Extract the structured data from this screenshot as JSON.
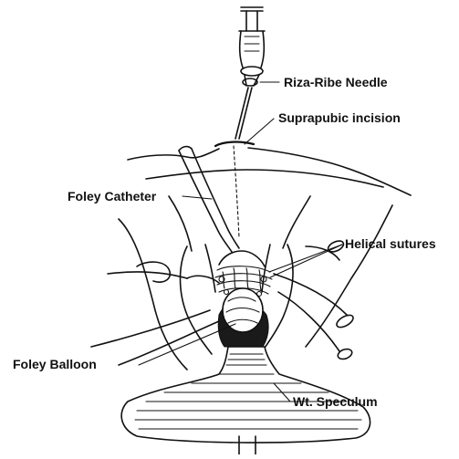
{
  "labels": {
    "needle": "Riza-Ribe Needle",
    "incision": "Suprapubic incision",
    "catheter": "Foley Catheter",
    "sutures": "Helical sutures",
    "balloon": "Foley Balloon",
    "speculum": "Wt. Speculum"
  },
  "colors": {
    "ink": "#111111",
    "background": "#ffffff",
    "shadow": "#1a1a1a"
  }
}
